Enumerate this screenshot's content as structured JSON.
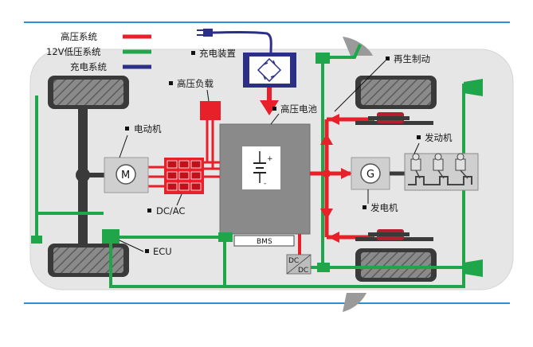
{
  "legend": {
    "hv_label": "高压系统",
    "lv_label": "12V低压系统",
    "charge_label": "充电系统"
  },
  "labels": {
    "charger": "充电装置",
    "hv_load": "高压负载",
    "hv_battery": "高压电池",
    "regen_brake": "再生制动",
    "motor": "电动机",
    "engine": "发动机",
    "dcac": "DC/AC",
    "generator": "发电机",
    "ecu": "ECU",
    "bms": "BMS",
    "motor_symbol": "M",
    "generator_symbol": "G",
    "battery_plus": "+",
    "battery_minus": "-",
    "dcdc_top": "DC",
    "dcdc_bottom": "DC"
  },
  "colors": {
    "high_voltage": "#e8202a",
    "low_voltage_12v": "#1fa64a",
    "charging": "#2b2f86",
    "body": "#e6e6e6",
    "battery_box": "#8a8a8a",
    "accent_line": "#2b8fd6"
  },
  "icons": {
    "plug": "plug-icon",
    "bridge_rectifier": "rectifier-icon",
    "bullet": "square-bullet-icon"
  }
}
